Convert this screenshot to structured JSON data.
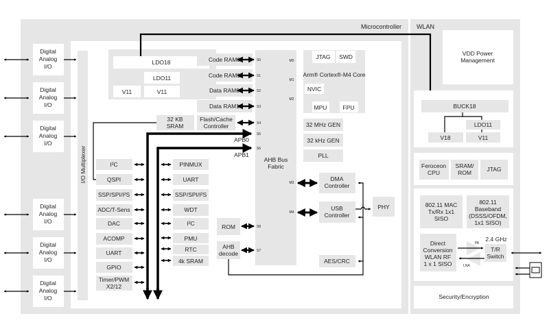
{
  "sections": {
    "mcu": "Microcontroller",
    "wlan": "WLAN"
  },
  "io": {
    "line1": "Digital",
    "line2": "Analog",
    "line3": "I/O"
  },
  "io_mux": "I/O Multiplexer",
  "ldo": {
    "ldo18": "LDO18",
    "ldo11": "LDO11",
    "v11a": "V11",
    "v11b": "V11"
  },
  "memory": {
    "code_ram0": "Code RAM0",
    "code_ram1": "Code RAM1",
    "data_ram0": "Data RAM0",
    "data_ram1": "Data RAM1",
    "flash1": "Flash/Cache",
    "flash2": "Controller",
    "sram1": "32 KB",
    "sram2": "SRAM"
  },
  "bus": {
    "apb0": "APB0",
    "apb1": "APB1",
    "ahb1": "AHB Bus",
    "ahb2": "Fabric",
    "slaves": [
      "S0",
      "S1",
      "S2",
      "S3",
      "S4",
      "S5",
      "S6",
      "S7",
      "S8"
    ],
    "masters": [
      "M0",
      "M1",
      "M2",
      "M3",
      "M4"
    ]
  },
  "core": {
    "jtag": "JTAG",
    "swd": "SWD",
    "title": "Arm® Cortex®-M4 Core",
    "nvic": "NVIC",
    "mpu": "MPU",
    "fpu": "FPU"
  },
  "clocks": {
    "mhz": "32 MHz GEN",
    "khz": "32 kHz GEN",
    "pll": "PLL"
  },
  "dma": [
    "DMA",
    "Controller"
  ],
  "usb": [
    "USB",
    "Controller"
  ],
  "phy": "PHY",
  "aes": "AES/CRC",
  "rom": "ROM",
  "ahb_decode": [
    "AHB",
    "decode"
  ],
  "left_periph": [
    "I²C",
    "QSPI",
    "SSP/SPI/I²S",
    "ADC/T-Sens",
    "DAC",
    "ACOMP",
    "UART",
    "GPIO",
    "Timer/PWM",
    "X2/12"
  ],
  "right_periph": [
    "PINMUX",
    "UART",
    "SSP/SPI/I²S",
    "WDT",
    "I²C",
    "PMU",
    "RTC",
    "4k SRAM"
  ],
  "wlan": {
    "vdd": [
      "VDD Power",
      "Management"
    ],
    "buck18": "BUCK18",
    "ldo11": "LDO11",
    "v18": "V18",
    "v11": "V11",
    "cpu": [
      "Feroceon",
      "CPU"
    ],
    "sram_rom": [
      "SRAM/",
      "ROM"
    ],
    "jtag": "JTAG",
    "mac": [
      "802.11 MAC",
      "Tx/Rx 1x1",
      "SISO"
    ],
    "baseband": [
      "802.11",
      "Baseband",
      "(DSSS/OFDM,",
      "1x1 SISO)"
    ],
    "rf": [
      "Direct",
      "Conversion",
      "WLAN RF",
      "1 x 1 SISO"
    ],
    "pa": "PA",
    "lna": "LNA",
    "freq": "2.4 GHz",
    "tr": [
      "T/R",
      "Switch"
    ],
    "security": "Security/Encryption"
  }
}
